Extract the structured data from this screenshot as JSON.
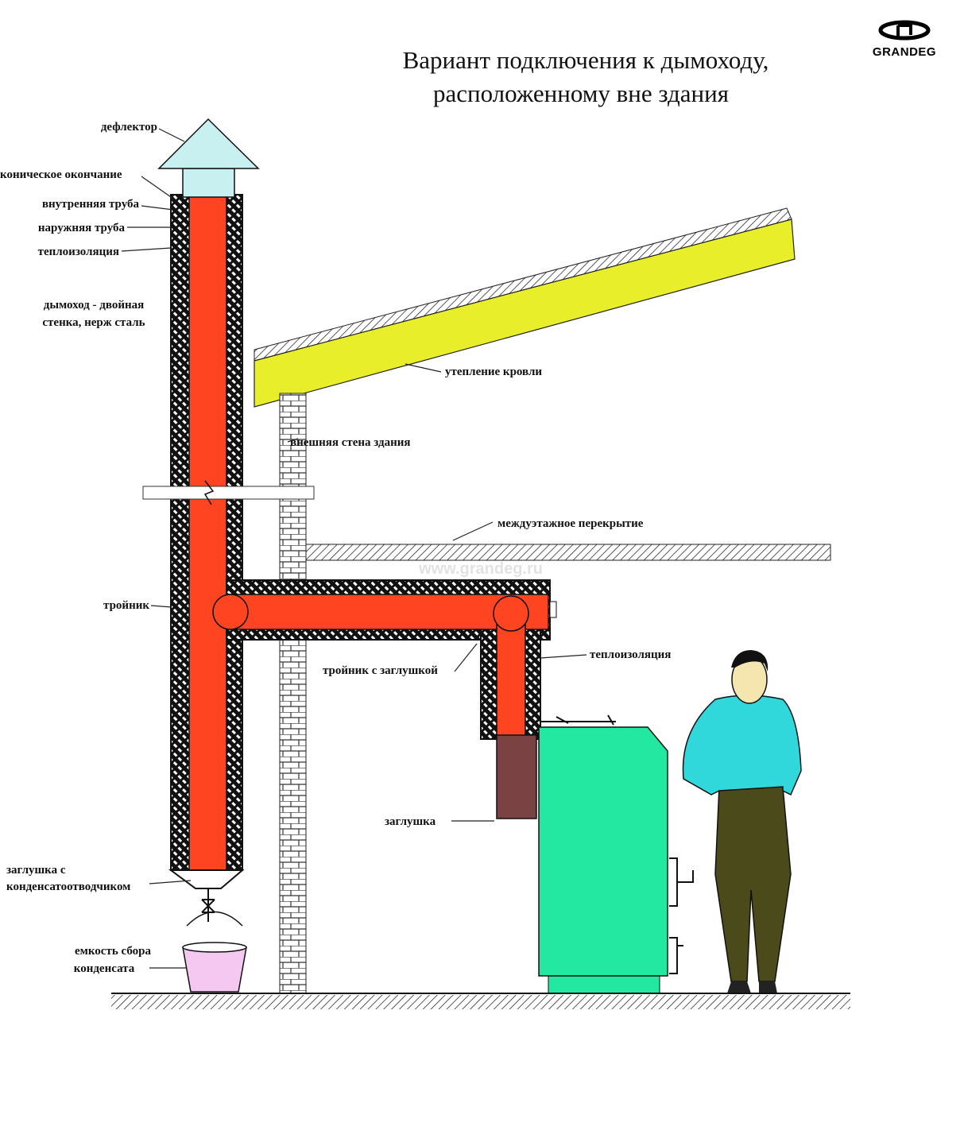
{
  "title": {
    "line1": "Вариант подключения к дымоходу,",
    "line2": "расположенному вне здания"
  },
  "logo": {
    "text": "GRANDEG"
  },
  "watermark": "www.grandeg.ru",
  "labels": {
    "deflector": "дефлектор",
    "conical_end": "коническое окончание",
    "inner_pipe": "внутренняя труба",
    "outer_pipe": "наружняя труба",
    "insulation_top": "теплоизоляция",
    "chimney_line1": "дымоход - двойная",
    "chimney_line2": "стенка, нерж сталь",
    "roof_insulation": "утепление кровли",
    "outer_wall": "внешняя стена здания",
    "floor_slab": "междуэтажное перекрытие",
    "tee": "тройник",
    "tee_with_plug": "тройник с заглушкой",
    "insulation_right": "теплоизоляция",
    "plug": "заглушка",
    "condensate_plug_line1": "заглушка с",
    "condensate_plug_line2": "конденсатоотводчиком",
    "condensate_tank_line1": "емкость сбора",
    "condensate_tank_line2": "конденсата"
  },
  "colors": {
    "pipe": "#ff4422",
    "deflector": "#c8f0f0",
    "roof": "#e8ee2a",
    "boiler": "#22e8a2",
    "plug": "#7a4242",
    "bucket": "#f5c8f2",
    "shirt": "#30d8dc",
    "trousers": "#4a4a1a"
  }
}
